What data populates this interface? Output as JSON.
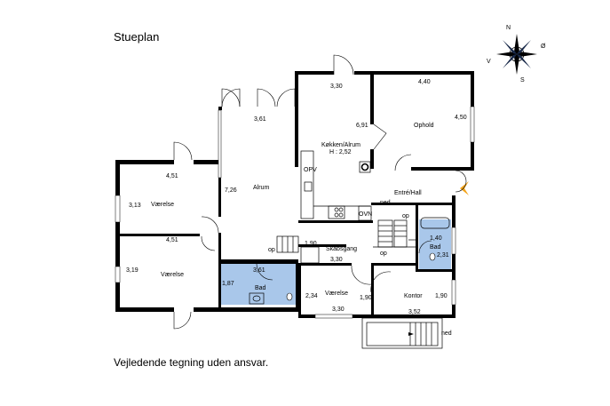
{
  "title": "Stueplan",
  "footer": "Vejledende tegning uden ansvar.",
  "compass": {
    "n": "N",
    "s": "S",
    "e": "Ø",
    "w": "V"
  },
  "rooms": {
    "ophold": "Ophold",
    "koekken": "Køkken/Alrum",
    "koekken_height": "H : 2,52",
    "alrum": "Alrum",
    "vaerelse1": "Værelse",
    "vaerelse2": "Værelse",
    "vaerelse3": "Værelse",
    "bad1": "Bad",
    "bad2": "Bad",
    "entre": "Entré/Hall",
    "skabsgang": "Skabsgang",
    "kontor": "Kontor",
    "opv": "OPV",
    "ovn": "OVN"
  },
  "dims": {
    "alrum_w": "3,61",
    "alrum_l": "7,26",
    "koekken_w": "3,30",
    "koekken_l": "6,91",
    "ophold_w": "4,40",
    "ophold_l": "4,50",
    "v1_w": "4,51",
    "v1_l": "3,13",
    "v2_w": "4,51",
    "v2_l": "3,19",
    "bad1_w": "3,61",
    "bad1_l": "1,87",
    "skab_w": "1,90",
    "skab_l": "3,30",
    "v3_w": "2,34",
    "v3_b": "3,30",
    "v3_s": "1,90",
    "bad2_w": "1,40",
    "bad2_l": "2,31",
    "kontor_w": "3,52",
    "kontor_l": "1,90"
  },
  "stairs": {
    "op1": "op",
    "op2": "op",
    "op3": "op",
    "ned1": "ned",
    "ned2": "ned"
  }
}
